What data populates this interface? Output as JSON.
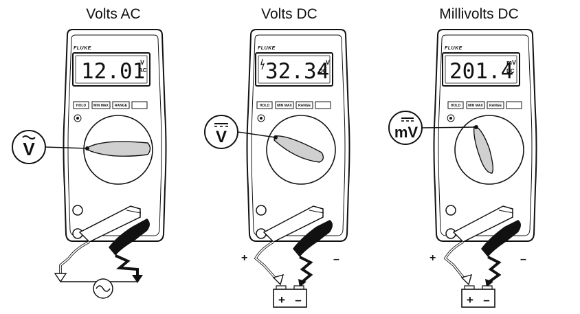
{
  "panels": [
    {
      "title": "Volts AC",
      "brand": "FLUKE",
      "reading": "12.01",
      "unit_top": "V",
      "unit_bottom": "AC",
      "buttons": [
        "HOLD",
        "MIN MAX",
        "RANGE",
        ""
      ],
      "callout": "V",
      "source": "ac"
    },
    {
      "title": "Volts DC",
      "brand": "FLUKE",
      "reading": "32.34",
      "unit_top": "V",
      "unit_bottom": "DC",
      "buttons": [
        "HOLD",
        "MIN MAX",
        "RANGE",
        ""
      ],
      "callout": "V",
      "plus": "+",
      "minus": "–",
      "battery_plus": "+",
      "battery_minus": "–",
      "source": "battery"
    },
    {
      "title": "Millivolts DC",
      "brand": "FLUKE",
      "reading": "201.4",
      "unit_top": "mV",
      "unit_bottom": "DC",
      "buttons": [
        "HOLD",
        "MIN MAX",
        "RANGE",
        ""
      ],
      "callout": "mV",
      "plus": "+",
      "minus": "–",
      "battery_plus": "+",
      "battery_minus": "–",
      "source": "battery"
    }
  ]
}
